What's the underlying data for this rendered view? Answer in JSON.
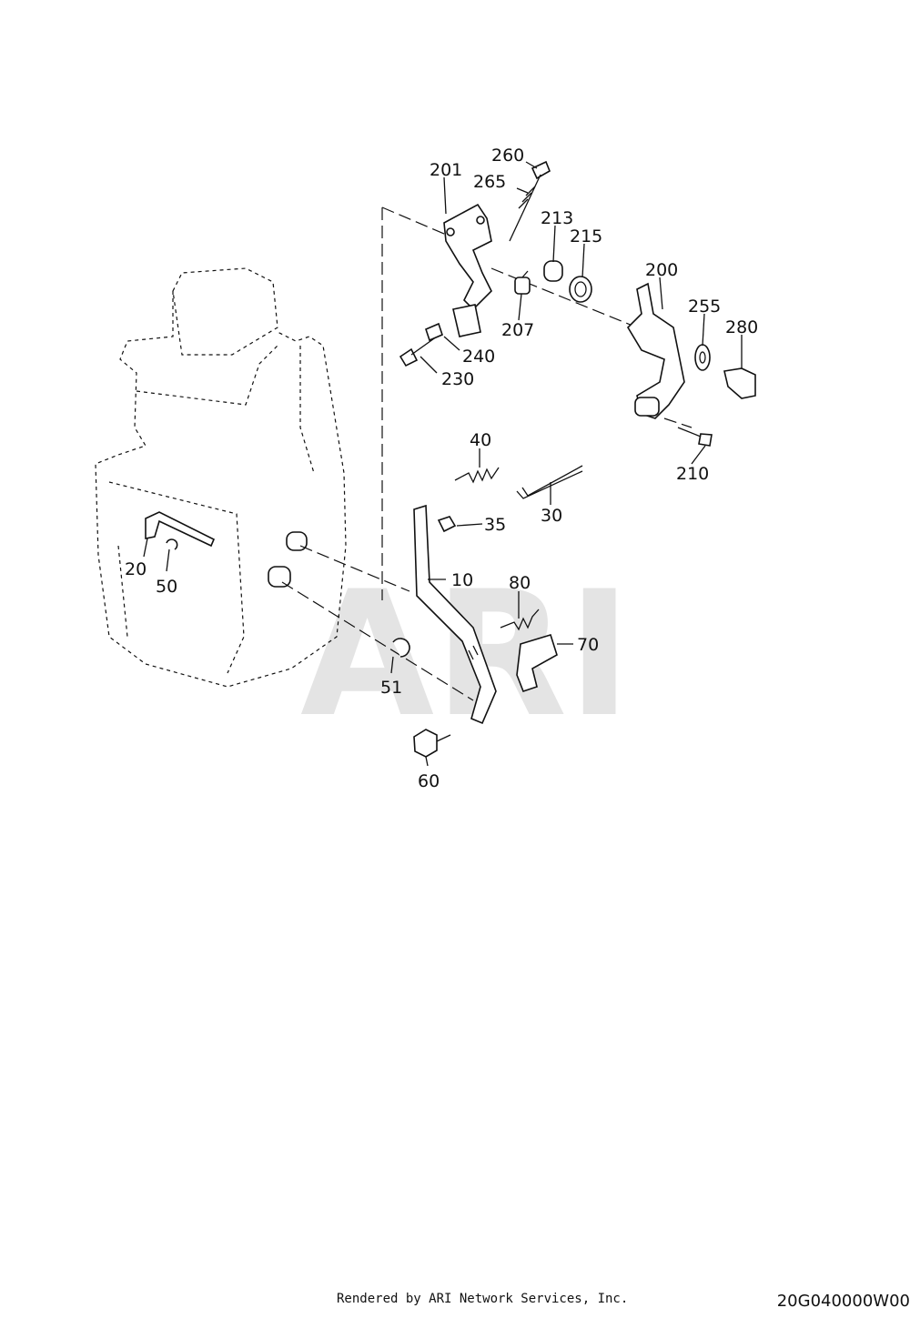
{
  "watermark": "ARI",
  "callouts": {
    "c260": "260",
    "c265": "265",
    "c201": "201",
    "c213": "213",
    "c215": "215",
    "c200": "200",
    "c255": "255",
    "c280": "280",
    "c207": "207",
    "c240": "240",
    "c230": "230",
    "c210": "210",
    "c40": "40",
    "c30": "30",
    "c35": "35",
    "c10": "10",
    "c80": "80",
    "c70": "70",
    "c20": "20",
    "c50": "50",
    "c51": "51",
    "c60": "60"
  },
  "footer": {
    "credit": "Rendered by ARI Network Services, Inc.",
    "diagram_code": "20G040000W00"
  }
}
